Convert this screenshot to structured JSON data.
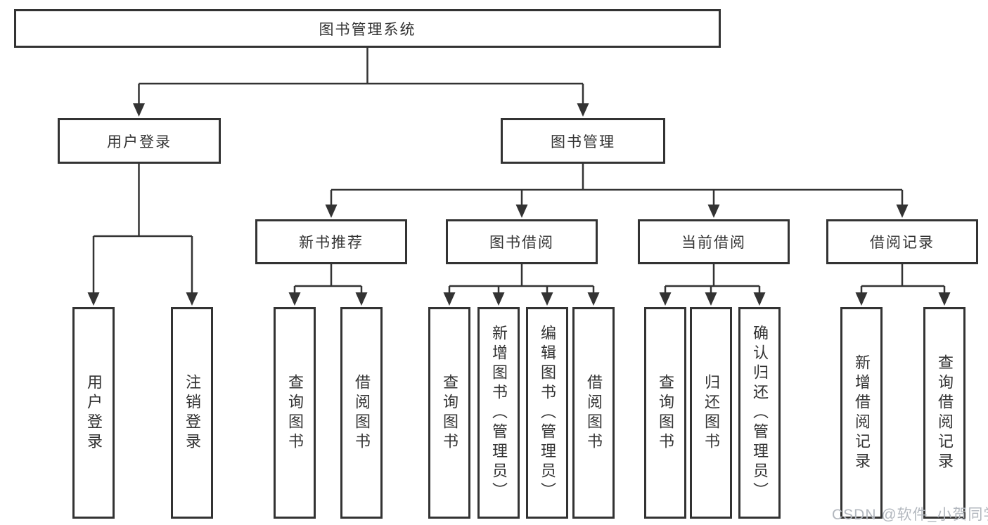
{
  "diagram": {
    "title": "图书管理系统",
    "level2": [
      {
        "label": "用户登录"
      },
      {
        "label": "图书管理"
      }
    ],
    "level3": [
      {
        "label": "新书推荐"
      },
      {
        "label": "图书借阅"
      },
      {
        "label": "当前借阅"
      },
      {
        "label": "借阅记录"
      }
    ],
    "leaves": {
      "user_login": [
        {
          "label": "用户登录"
        },
        {
          "label": "注销登录"
        }
      ],
      "new_books": [
        {
          "label": "查询图书"
        },
        {
          "label": "借阅图书"
        }
      ],
      "book_borrow": [
        {
          "label": "查询图书"
        },
        {
          "label": "新增图书（管理员）"
        },
        {
          "label": "编辑图书（管理员）"
        },
        {
          "label": "借阅图书"
        }
      ],
      "current_borrow": [
        {
          "label": "查询图书"
        },
        {
          "label": "归还图书"
        },
        {
          "label": "确认归还（管理员）"
        }
      ],
      "borrow_records": [
        {
          "label": "新增借阅记录"
        },
        {
          "label": "查询借阅记录"
        }
      ]
    }
  },
  "watermark": {
    "text": "CSDN @软件_小贺同学"
  },
  "colors": {
    "line": "#333333",
    "box_border": "#333333",
    "box_fill": "#ffffff",
    "text": "#333333",
    "watermark": "#b2b7be",
    "background": "#ffffff"
  }
}
